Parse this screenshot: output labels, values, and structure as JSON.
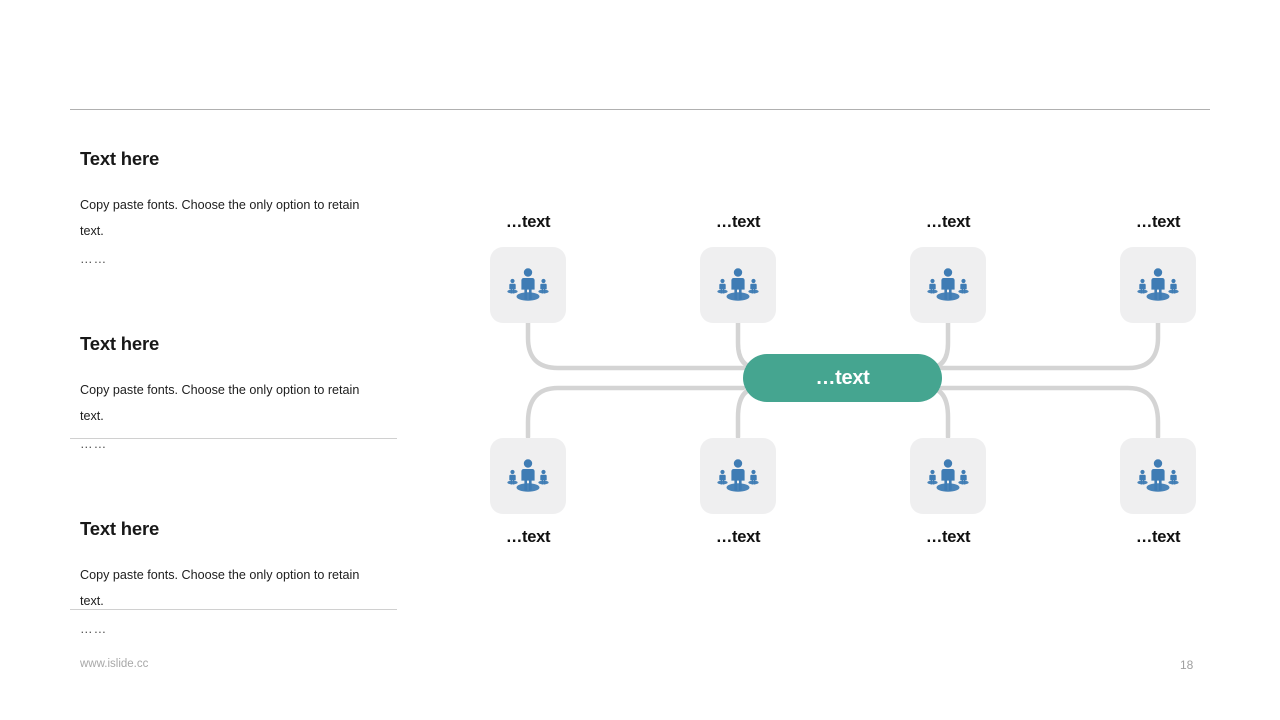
{
  "slide": {
    "footer_url": "www.islide.cc",
    "page_number": "18",
    "accent_color": "#45a590",
    "icon_color": "#3f7cb4",
    "tile_color": "#efeff0",
    "link_color": "#d4d4d4"
  },
  "left_column": {
    "blocks": [
      {
        "title": "Text here",
        "body": "Copy paste fonts. Choose the only option to retain text.",
        "dots": "……"
      },
      {
        "title": "Text here",
        "body": "Copy paste fonts. Choose the only option to retain text.",
        "dots": "……"
      },
      {
        "title": "Text here",
        "body": "Copy paste fonts. Choose the only option to retain text.",
        "dots": "……"
      }
    ]
  },
  "diagram": {
    "hub": {
      "label": "…text",
      "icon": "hub-pill"
    },
    "top_nodes": [
      {
        "label": "…text",
        "icon": "leadership-team-icon"
      },
      {
        "label": "…text",
        "icon": "leadership-team-icon"
      },
      {
        "label": "…text",
        "icon": "leadership-team-icon"
      },
      {
        "label": "…text",
        "icon": "leadership-team-icon"
      }
    ],
    "bottom_nodes": [
      {
        "label": "…text",
        "icon": "leadership-team-icon"
      },
      {
        "label": "…text",
        "icon": "leadership-team-icon"
      },
      {
        "label": "…text",
        "icon": "leadership-team-icon"
      },
      {
        "label": "…text",
        "icon": "leadership-team-icon"
      }
    ]
  }
}
